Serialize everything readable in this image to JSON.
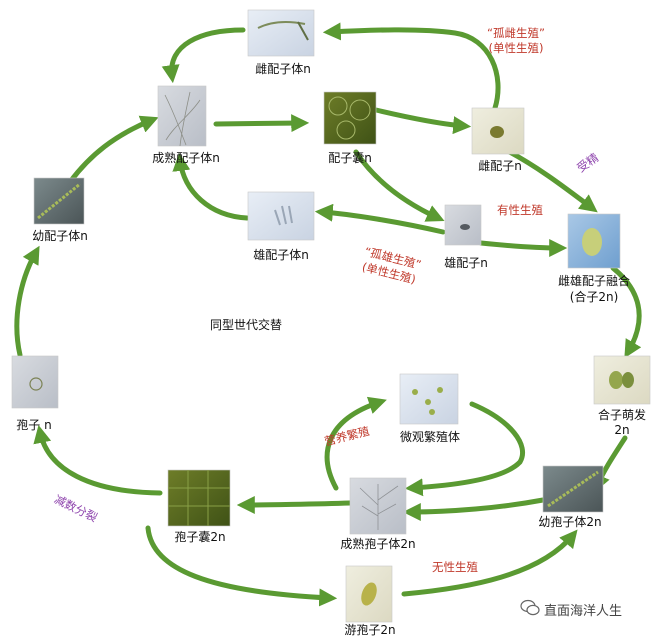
{
  "colors": {
    "arrow": "#5a9a32",
    "red_annotation": "#c0392b",
    "purple_annotation": "#8e44ad",
    "label": "#111111"
  },
  "center_label": "同型世代交替",
  "nodes": {
    "female_gametophyte": "雌配子体n",
    "mature_gametophyte": "成熟配子体n",
    "gametangium": "配子囊n",
    "female_gamete": "雌配子n",
    "male_gametophyte": "雄配子体n",
    "male_gamete": "雄配子n",
    "zygote_line1": "雌雄配子融合",
    "zygote_line2": "(合子2n)",
    "young_gametophyte": "幼配子体n",
    "zygote_germ_line1": "合子萌发",
    "zygote_germ_line2": "2n",
    "spore": "孢子 n",
    "micro_propagule": "微观繁殖体",
    "sporangium": "孢子囊2n",
    "mature_sporophyte": "成熟孢子体2n",
    "young_sporophyte": "幼孢子体2n",
    "zoospore": "游孢子2n"
  },
  "annotations": {
    "parthenogenesis_female_line1": "“孤雌生殖”",
    "parthenogenesis_female_line2": "(单性生殖)",
    "fertilization": "受精",
    "sexual_reproduction": "有性生殖",
    "parthenogenesis_male_line1": "“孤雄生殖”",
    "parthenogenesis_male_line2": "(单性生殖)",
    "vegetative_propagation": "营养繁殖",
    "meiosis": "减数分裂",
    "asexual_reproduction": "无性生殖"
  },
  "watermark": "直面海洋人生"
}
